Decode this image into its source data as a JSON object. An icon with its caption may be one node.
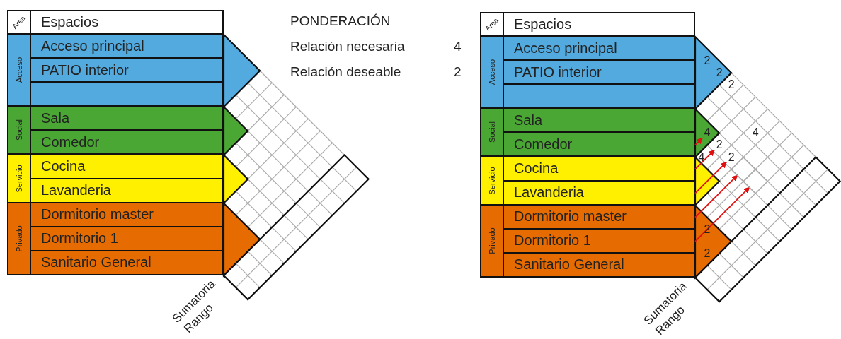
{
  "diagram": {
    "nodes": [
      {
        "text": [
          "Área"
        ]
      },
      {
        "text": [
          "Espacios"
        ]
      },
      {
        "text": [
          "Acceso"
        ]
      },
      {
        "text": [
          "Acceso principal"
        ]
      },
      {
        "text": [
          "PATIO interior"
        ]
      },
      {
        "text": [],
        "shape": "box"
      },
      {
        "text": [
          "Social"
        ]
      },
      {
        "text": [
          "Sala"
        ]
      },
      {
        "text": [
          "Comedor"
        ]
      },
      {
        "text": [
          "Servicio"
        ]
      },
      {
        "text": [
          "Cocina"
        ]
      },
      {
        "text": [
          "Lavanderia"
        ]
      },
      {
        "text": [
          "Privado"
        ]
      },
      {
        "text": [
          "Dormitorio master"
        ]
      },
      {
        "text": [
          "Dormitorio 1"
        ]
      },
      {
        "text": [
          "Sanitario General"
        ]
      },
      {
        "text": [
          "Área"
        ]
      },
      {
        "text": [
          "Espacios"
        ]
      },
      {
        "text": [
          "Acceso"
        ]
      },
      {
        "text": [
          "Acceso principal"
        ]
      },
      {
        "text": [
          "PATIO interior"
        ]
      },
      {
        "text": [],
        "shape": "box"
      },
      {
        "text": [
          "Social"
        ]
      },
      {
        "text": [
          "Sala"
        ]
      },
      {
        "text": [
          "Comedor"
        ]
      },
      {
        "text": [
          "Servicio"
        ]
      },
      {
        "text": [
          "Cocina"
        ]
      },
      {
        "text": [
          "Lavanderia"
        ]
      },
      {
        "text": [
          "Privado"
        ]
      },
      {
        "text": [
          "Dormitorio master"
        ]
      },
      {
        "text": [
          "Dormitorio 1"
        ]
      },
      {
        "text": [
          "Sanitario General"
        ]
      },
      {
        "text": [
          "4"
        ]
      },
      {
        "text": [
          "2"
        ]
      },
      {
        "text": [
          "2"
        ]
      },
      {
        "text": [],
        "shape": "diamond"
      },
      {
        "text": [],
        "shape": "diamond"
      }
    ],
    "edges": [
      {
        "from": 24,
        "to": 32,
        "arrow": "to"
      },
      {
        "from": 26,
        "to": 33,
        "arrow": "to"
      },
      {
        "from": 27,
        "to": 34,
        "arrow": "to"
      },
      {
        "from": 29,
        "to": 35,
        "arrow": "to"
      },
      {
        "from": 30,
        "to": 36,
        "arrow": "to"
      }
    ],
    "labels": [
      "PONDERACIÓN",
      "Relación necesaria",
      "4",
      "Relación deseable",
      "2",
      "Sumatoria",
      "Rango",
      "2",
      "2",
      "2",
      "4",
      "4",
      "2",
      "2",
      "Sumatoria",
      "Rango"
    ]
  }
}
